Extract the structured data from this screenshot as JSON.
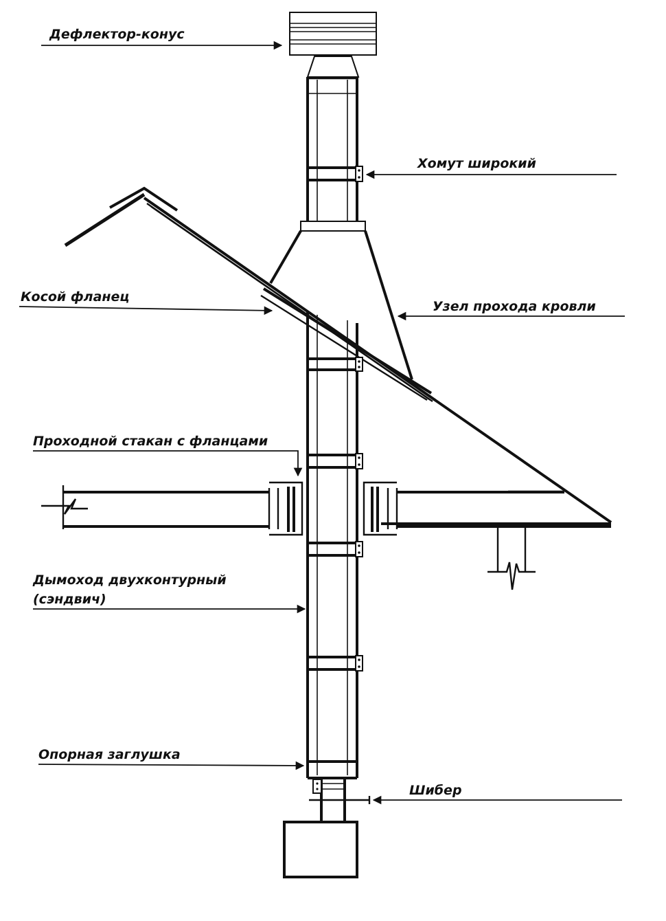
{
  "labels": {
    "deflector": "Дефлектор-конус",
    "clamp": "Хомут широкий",
    "oblique_flange": "Косой фланец",
    "roof_pass": "Узел прохода кровли",
    "pass_sleeve": "Проходной стакан с фланцами",
    "chimney_line1": "Дымоход двухконтурный",
    "chimney_line2": "(сэндвич)",
    "support_plug": "Опорная заглушка",
    "damper": "Шибер"
  },
  "colors": {
    "line": "#111111",
    "background": "#ffffff"
  }
}
